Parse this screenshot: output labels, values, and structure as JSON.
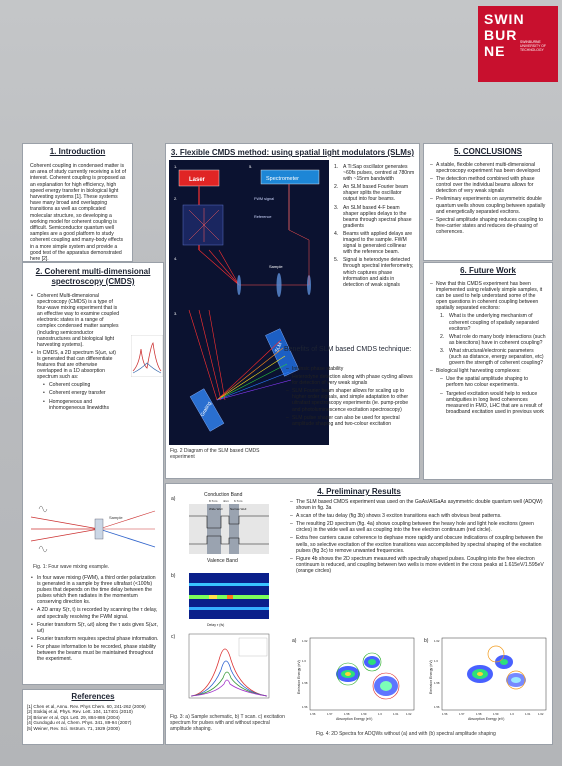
{
  "logo": {
    "line1": "SWIN",
    "line2": "BUR",
    "line3": "NE",
    "sub": "SWINBURNE UNIVERSITY OF TECHNOLOGY"
  },
  "intro": {
    "title": "1. Introduction",
    "text": "Coherent coupling in condensed matter is an area of study currently receiving a lot of interest. Coherent coupling is proposed as an explanation for high efficiency, high speed energy transfer in biological light harvesting systems [1]. These systems have many broad and overlapping transitions as well as complicated molecular structure, so developing a working model for coherent coupling is difficult. Semiconductor quantum well samples are a good platform to study coherent coupling and many-body effects in a more simple system and provide a good test of the apparatus demonstrated here [2]."
  },
  "cmds": {
    "title": "2. Coherent multi-dimensional spectroscopy (CMDS)",
    "bullets": [
      "Coherent Multi-dimensional spectroscopy (CMDS) is a type of four-wave mixing experiment that is an effective way to examine coupled electronic states in a range of complex condensed matter samples (including semiconductor nanostructures and biological light harvesting systems).",
      "In CMDS, a 2D spectrum S(ωτ, ωt) is generated that can differentiate features that are otherwise overlapped in a 1D absorption spectrum such as:"
    ],
    "subbullets": [
      "Coherent coupling",
      "Coherent energy transfer",
      "Homogeneous and inhomogeneous linewidths"
    ],
    "fig_label_sample": "Sample",
    "fig_caption": "Fig. 1: Four wave mixing example.",
    "bullets2": [
      "In four wave mixing (FWM), a third order polarization is generated in a sample by three ultrafast (<100fs) pulses that depends on the time delay between the pulses which then radiates in the momentum conserving direction ks.",
      "A 2D array S(τ, t) is recorded by scanning the τ delay, and spectrally resolving the FWM signal.",
      "Fourier transform S(τ, ωt) along the τ axis gives S(ωτ, ωt)",
      "Fourier transform requires spectral phase information.",
      "For phase information to be recorded, phase stability between the beams must be maintained throughout the experiment."
    ]
  },
  "refs": {
    "title": "References",
    "items": [
      "[1] Chen et al, Annu. Rev. Phys Chem. 60, 241-262 (2009)",
      "[2] Stoklaj et al, Phys. Rev. Lett. 104, 117401 (2010)",
      "[3] Brixner et al, Opt. Lett. 29, 884-886 (2004)",
      "[4] Gundogdu et al, Chem. Phys. 341, 89-94 (2007)",
      "[5] Weiner, Rev. Sci. Instrum. 71, 1929 (2000)"
    ]
  },
  "method": {
    "title": "3. Flexible CMDS method: using spatial light modulators (SLMs)",
    "labels": {
      "laser": "Laser",
      "spectrometer": "Spectrometer",
      "fwm_signal": "FWM signal",
      "reference": "Reference",
      "sample": "Sample",
      "slm": "SLM",
      "grating": "Grating",
      "n1": "1.",
      "n2": "2.",
      "n3": "3.",
      "n4": "4.",
      "n5": "5."
    },
    "steps": [
      "A Ti:Sap oscillator generates ~60fs pulses, centred at 780nm with ~15nm bandwidth",
      "An SLM based Fourier beam shaper splits the oscillator output into four beams.",
      "An SLM based 4-F beam shaper applies delays to the beams through spectral phase gradients",
      "Beams with applied delays are imaged to the sample. FWM signal is generated collinear with the reference beam.",
      "Signal is heterodyne detected through spectral interferometry, which captures phase information and aids in detection of weak signals"
    ],
    "benefits_title": "Benefits of SLM based CMDS technique:",
    "benefits": [
      "Intrinsic phase stability",
      "Heterodyne detection along with phase cycling allows for detection of very weak signals",
      "SLM Fourier beam shaper allows for scaling up to higher order signals, and simple adaptation to other ultrafast spectroscopy experiments (ie. pump-probe and photoluminescence excitation spectroscopy)",
      "SLM pulse shaper can also be used for spectral amplitude shaping and two-colour excitation"
    ],
    "fig_caption": "Fig. 2 Diagram of the SLM based CMDS experiment"
  },
  "conclusions": {
    "title": "5. CONCLUSIONS",
    "items": [
      "A stable, flexible coherent multi-dimensional spectroscopy experiment has been developed",
      "The detection method combined with phase control over the individual beams allows for detection of very weak signals",
      "Preliminary experiments on asymmetric double quantum wells shows coupling between spatially and energetically separated excitons.",
      "Spectral amplitude shaping reduces coupling to free-carrier states and reduces de-phasing of coherences."
    ]
  },
  "future": {
    "title": "6. Future Work",
    "intro": "Now that this CMDS experiment has been implemented using relatively simple samples, it can be used to help understand some of the open questions in coherent coupling between spatially separated excitons:",
    "questions": [
      "What is the underlying mechanism of coherent coupling of spatially separated excitons?",
      "What role do many body interactions (such as biexcitons) have in coherent coupling?",
      "What structural/electronic parameters (such as distance, energy separation, etc) govern the strength of coherent coupling?"
    ],
    "bio_intro": "Biological light harvesting complexes:",
    "bio": [
      "Use the spatial amplitude shaping to perform two colour experiments.",
      "Targeted excitation would help to reduce ambiguities in long lived coherences measured in FMO, LHC that are a result of broadband excitation used in previous work"
    ]
  },
  "results": {
    "title": "4. Preliminary Results",
    "a": "a)",
    "b": "b)",
    "c": "c)",
    "band_top": "Conduction Band",
    "band_bottom": "Valence Band",
    "wide_well": "Wide Well",
    "narrow_well": "Narrow Well",
    "w1": "8.7nm",
    "w2": "4nm",
    "w3": "6.7nm",
    "items": [
      "The SLM based CMDS experiment was used on the GaAs/AlGaAs asymmetric double quantum well (ADQW) shown in fig. 3a",
      "A scan of the tau delay (fig 3b) shows 3 exciton transitions each with obvious beat patterns.",
      "The resulting 2D spectrum (fig. 4a) shows coupling between the heavy hole and light hole excitons (green circles) in the wide well as well as coupling into the free electron continuum (red circle).",
      "Extra free carriers cause coherence to dephase more rapidly and obscure indications of coupling between the wells, so selective excitation of the exciton transitions was accomplished by spectral shaping of the excitation pulses (fig 3c) to remove unwanted frequencies.",
      "Figure 4b shows the 2D spectrum measured with spectrally shaped pulses. Coupling into the free electron continuum is reduced, and coupling between two wells is more evident in the cross peaks at 1.615eV/1.595eV (orange circles)"
    ],
    "fig3_caption": "Fig. 3: a) Sample schematic, b) T scan. c) excitation spectrum for pulses with and without spectral amplitude shaping.",
    "fig4_caption": "Fig. 4: 2D Spectra for ADQWs without (a) and with (b) spectral amplitude shaping",
    "fig4a_label": "a)",
    "fig4b_label": "b)",
    "xaxis": "Absorption Energy (eV)",
    "yaxis": "Emission Energy (eV)",
    "tau_label": "Delay τ (fs)",
    "ticks_x": [
      "1.56",
      "1.57",
      "1.58",
      "1.59",
      "1.6",
      "1.61",
      "1.62"
    ],
    "ticks_y": [
      "1.62",
      "1.6",
      "1.58",
      "1.56"
    ]
  }
}
